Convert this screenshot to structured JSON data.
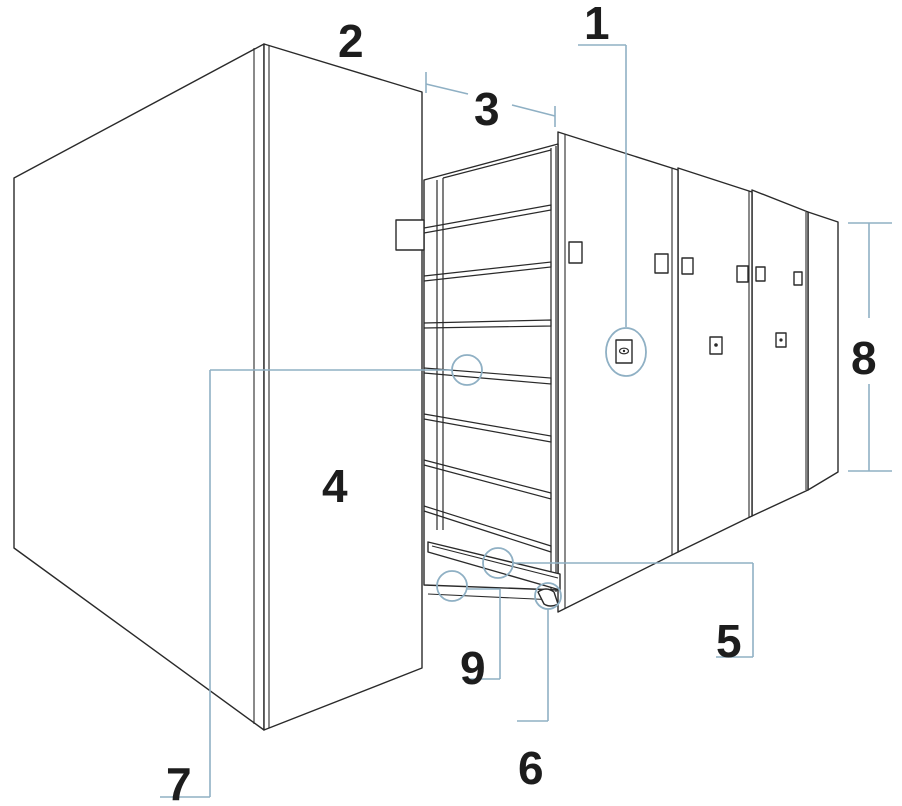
{
  "callouts": [
    {
      "id": "1",
      "label": "1"
    },
    {
      "id": "2",
      "label": "2"
    },
    {
      "id": "3",
      "label": "3"
    },
    {
      "id": "4",
      "label": "4"
    },
    {
      "id": "5",
      "label": "5"
    },
    {
      "id": "6",
      "label": "6"
    },
    {
      "id": "7",
      "label": "7"
    },
    {
      "id": "8",
      "label": "8"
    },
    {
      "id": "9",
      "label": "9"
    }
  ],
  "colors": {
    "line": "#2a2a2a",
    "callout_leader": "#8fb0c4",
    "label_text": "#1d1d1d",
    "background": "#ffffff"
  }
}
